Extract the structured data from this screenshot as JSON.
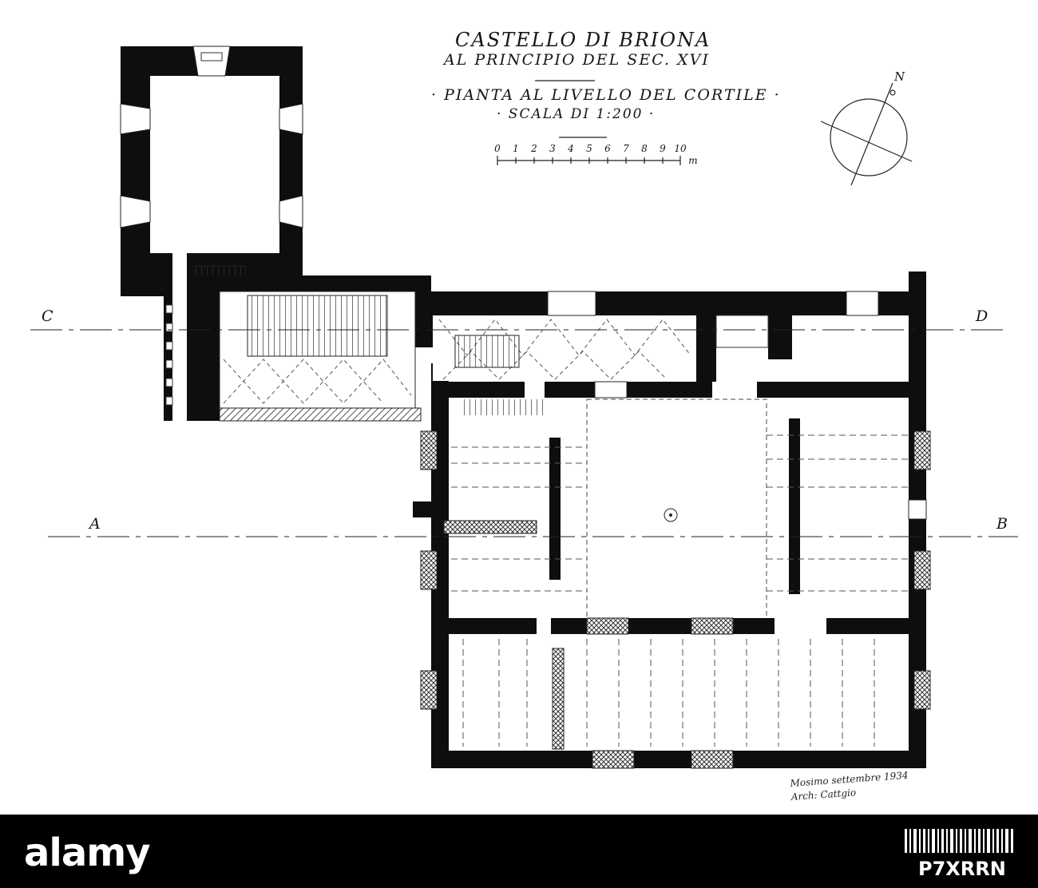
{
  "title": {
    "line1": "CASTELLO DI BRIONA",
    "line2": "AL PRINCIPIO DEL SEC. XVI",
    "line3": "· PIANTA AL LIVELLO DEL CORTILE ·",
    "line4": "· SCALA DI 1:200 ·"
  },
  "scale_bar": {
    "ticks": [
      "0",
      "1",
      "2",
      "3",
      "4",
      "5",
      "6",
      "7",
      "8",
      "9",
      "10"
    ],
    "unit": "m"
  },
  "compass": {
    "north": "N"
  },
  "section_labels": {
    "c": "C",
    "d": "D",
    "a": "A",
    "b": "B"
  },
  "signature": {
    "line1": "Mosimo settembre 1934",
    "line2": "Arch: Cattgio"
  },
  "footer": {
    "brand": "alamy",
    "image_id": "P7XRRN"
  },
  "colors": {
    "wall": "#0e0e0e",
    "paper": "#ffffff",
    "footer": "#000000"
  }
}
